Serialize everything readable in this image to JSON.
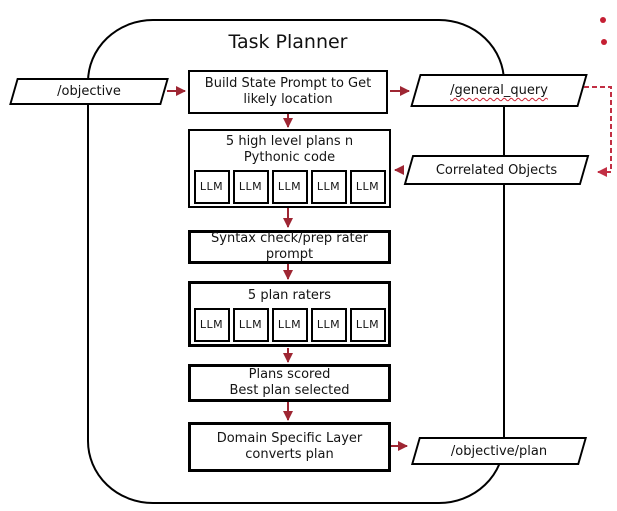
{
  "title": "Task Planner",
  "colors": {
    "arrow_red": "#9e2633",
    "dashed_red": "#c22f44",
    "dot_red": "#c51f33",
    "outline_black": "#000000",
    "background": "#ffffff"
  },
  "io_nodes": {
    "objective": {
      "label": "/objective"
    },
    "general_query": {
      "label": "/general_query"
    },
    "correlated_objects": {
      "label": "Correlated Objects"
    },
    "objective_plan": {
      "label": "/objective/plan"
    }
  },
  "steps": {
    "build_state": {
      "line1": "Build State Prompt to Get",
      "line2": "likely location"
    },
    "high_level_plans": {
      "line1": "5 high level plans n",
      "line2": "Pythonic code",
      "llm_label": "LLM",
      "llm_count": 5
    },
    "syntax_check": {
      "line1": "Syntax check/prep rater",
      "line2": "prompt"
    },
    "plan_raters": {
      "line1": "5 plan raters",
      "llm_label": "LLM",
      "llm_count": 5
    },
    "plans_scored": {
      "line1": "Plans scored",
      "line2": "Best plan selected"
    },
    "domain_layer": {
      "line1": "Domain Specific Layer",
      "line2": "converts plan"
    }
  }
}
